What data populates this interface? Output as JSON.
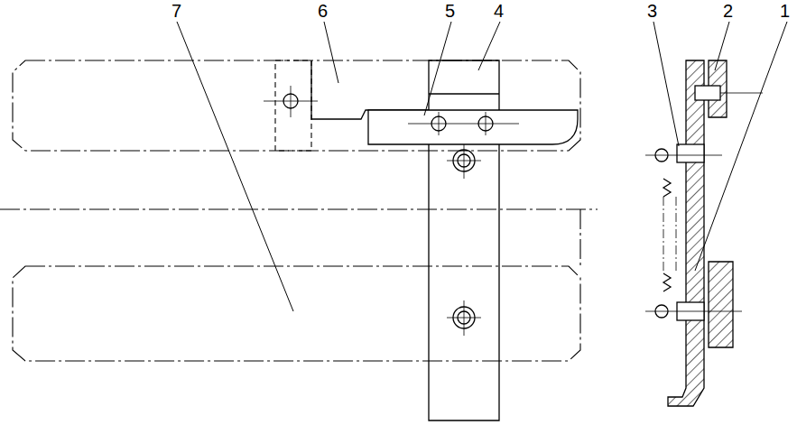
{
  "diagram": {
    "labels": [
      "7",
      "6",
      "5",
      "4",
      "3",
      "2",
      "1"
    ]
  }
}
